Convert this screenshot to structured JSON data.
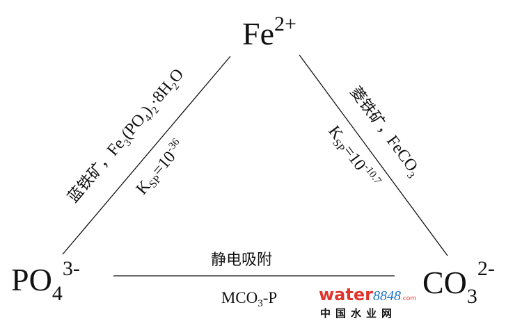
{
  "nodes": {
    "fe": {
      "base": "Fe",
      "sup": "2+"
    },
    "po4": {
      "base": "PO",
      "sub": "4",
      "sup": "3-"
    },
    "co3": {
      "base": "CO",
      "sub": "3",
      "sup": "2-"
    }
  },
  "edges": {
    "left": {
      "mineral": "蓝铁矿，",
      "formula": {
        "a": "Fe",
        "a_sub": "3",
        "b": "(PO",
        "b_sub": "4",
        "c": ")",
        "c_sub": "2",
        "d": "·8H",
        "d_sub": "2",
        "e": "O"
      },
      "ksp": {
        "k": "K",
        "k_sub": "SP",
        "eq": "=10",
        "exp": "-36"
      }
    },
    "right": {
      "mineral": "菱铁矿，",
      "formula": {
        "a": "FeCO",
        "a_sub": "3"
      },
      "ksp": {
        "k": "K",
        "k_sub": "SP",
        "eq": "=10",
        "exp": "-10.7"
      }
    },
    "bottom": {
      "top_label": "静电吸附",
      "bottom_label": {
        "a": "MCO",
        "a_sub": "3",
        "b": "-P"
      }
    }
  },
  "watermark": {
    "brand_a": "water",
    "brand_b": "8848",
    "brand_c": ".com",
    "cn": "中国水业网"
  },
  "colors": {
    "line": "#111111",
    "watermark_red": "#e0342c",
    "watermark_blue": "#1a73c9",
    "watermark_green": "#6bb33a"
  }
}
